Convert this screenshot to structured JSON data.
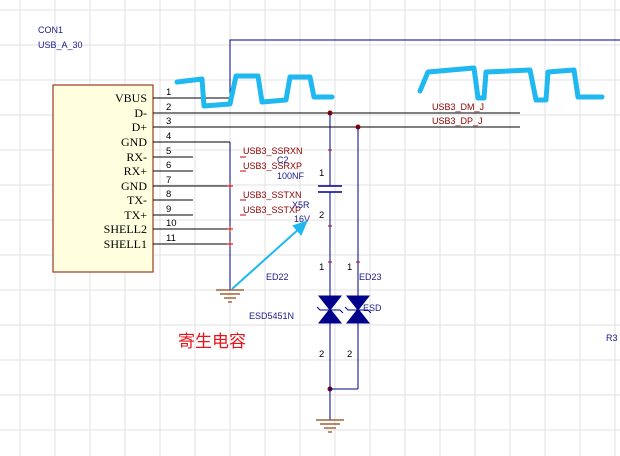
{
  "connector": {
    "designator": "CON1",
    "footprint": "USB_A_30",
    "pins": [
      {
        "num": "1",
        "name": "VBUS"
      },
      {
        "num": "2",
        "name": "D-"
      },
      {
        "num": "3",
        "name": "D+"
      },
      {
        "num": "4",
        "name": "GND"
      },
      {
        "num": "5",
        "name": "RX-"
      },
      {
        "num": "6",
        "name": "RX+"
      },
      {
        "num": "7",
        "name": "GND"
      },
      {
        "num": "8",
        "name": "TX-"
      },
      {
        "num": "9",
        "name": "TX+"
      },
      {
        "num": "10",
        "name": "SHELL2"
      },
      {
        "num": "11",
        "name": "SHELL1"
      }
    ]
  },
  "nets": {
    "ssrxn": "USB3_SSRXN",
    "ssrxp": "USB3_SSRXP",
    "sstxn": "USB3_SSTXN",
    "sstxp": "USB3_SSTXP",
    "dm": "USB3_DM_J",
    "dp": "USB3_DP_J"
  },
  "parts": {
    "c2_designator": "C2",
    "c2_value": "100NF",
    "c2_x5r": "X5R",
    "c2_16v": "16V",
    "c2_pin1": "1",
    "c2_pin2": "2",
    "ed22_designator": "ED22",
    "ed22_part": "ESD5451N",
    "ed22_pin1": "1",
    "ed22_pin2": "2",
    "ed23_designator": "ED23",
    "ed23_part": "ESD",
    "ed23_pin1": "1",
    "ed23_pin2": "2",
    "r3": "R3"
  },
  "annotation": "寄生电容",
  "colors": {
    "grid": "#e2e2e2",
    "wire": "#00008b",
    "net_label": "#8b0000",
    "component_body": "#ffffe0",
    "handdrawn": "#1fb8f0",
    "annotation": "#e8121b"
  }
}
